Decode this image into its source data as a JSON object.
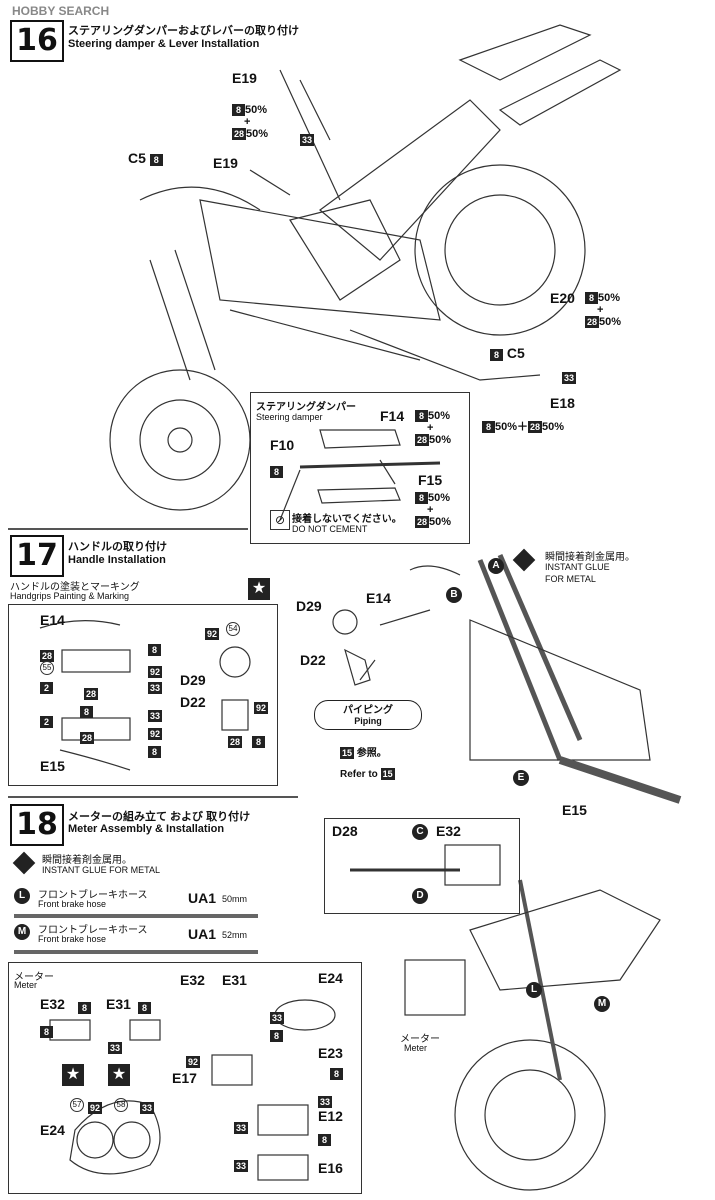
{
  "watermark": "HOBBY SEARCH",
  "step16": {
    "number": "16",
    "title_jp": "ステアリングダンパーおよびレバーの取り付け",
    "title_en": "Steering damper & Lever Installation",
    "parts": {
      "e19_top": "E19",
      "e19_mid": "E19",
      "c5_top": "C5",
      "c5_bottom": "C5",
      "e20": "E20",
      "e18": "E18",
      "f14": "F14",
      "f10": "F10",
      "f15": "F15"
    },
    "paint": {
      "p8": "8",
      "p28": "28",
      "p33": "33",
      "fifty": "50%",
      "plus": "+",
      "mix_inline": "50%＋",
      "e18_mix": "50%"
    },
    "damper_box": {
      "title_jp": "ステアリングダンパー",
      "title_en": "Steering damper",
      "note_jp": "接着しないでください。",
      "note_en": "DO NOT CEMENT"
    }
  },
  "step17": {
    "number": "17",
    "title_jp": "ハンドルの取り付け",
    "title_en": "Handle Installation",
    "sub_jp": "ハンドルの塗装とマーキング",
    "sub_en": "Handgrips Painting & Marking",
    "glue_jp": "瞬間接着剤金属用。",
    "glue_en1": "INSTANT GLUE",
    "glue_en2": "FOR METAL",
    "parts": {
      "e14a": "E14",
      "e15a": "E15",
      "d29a": "D29",
      "d22a": "D22",
      "e14b": "E14",
      "d29b": "D29",
      "d22b": "D22",
      "e15b": "E15"
    },
    "codes": {
      "c28": "28",
      "c55": "55",
      "c2": "2",
      "c8": "8",
      "c92": "92",
      "c33": "33",
      "c54": "54"
    },
    "hose_labels": {
      "a": "A",
      "b": "B",
      "e": "E"
    },
    "piping_jp": "パイピング",
    "piping_en": "Piping",
    "ref_jp": "参照。",
    "ref_en": "Refer to",
    "ref_num": "15"
  },
  "step18": {
    "number": "18",
    "title_jp": "メーターの組み立て および 取り付け",
    "title_en": "Meter Assembly & Installation",
    "glue_jp": "瞬間接着剤金属用。",
    "glue_en": "INSTANT GLUE  FOR METAL",
    "hoses": [
      {
        "tag": "L",
        "jp": "フロントブレーキホース",
        "en": "Front brake hose",
        "code": "UA1",
        "len": "50mm"
      },
      {
        "tag": "M",
        "jp": "フロントブレーキホース",
        "en": "Front brake hose",
        "code": "UA1",
        "len": "52mm"
      }
    ],
    "meter_jp": "メーター",
    "meter_en": "Meter",
    "parts": {
      "d28": "D28",
      "e32a": "E32",
      "e32b": "E32",
      "e32c": "E32",
      "e31a": "E31",
      "e31b": "E31",
      "e24a": "E24",
      "e24b": "E24",
      "e23": "E23",
      "e17": "E17",
      "e12": "E12",
      "e16": "E16"
    },
    "codes": {
      "c8": "8",
      "c33": "33",
      "c92": "92",
      "c57": "57",
      "c58": "58"
    },
    "circle_c": "C",
    "circle_d": "D",
    "circle_l": "L",
    "circle_m": "M"
  }
}
